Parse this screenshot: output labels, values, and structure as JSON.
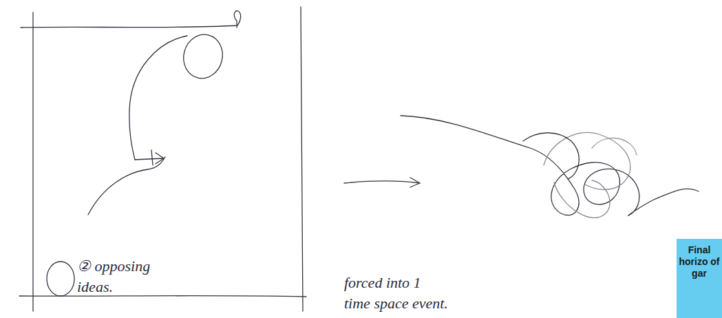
{
  "diagram": {
    "nodes": [
      {
        "text": [
          "Final horizo of gar"
        ]
      }
    ],
    "labels": [
      "② opposing ideas.",
      "forced into 1 time space event."
    ]
  }
}
